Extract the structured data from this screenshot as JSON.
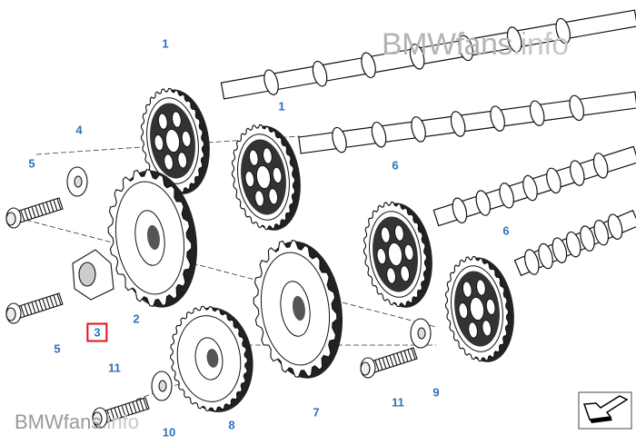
{
  "watermark_top": {
    "brand": "BMWfans",
    "suffix": ".info"
  },
  "watermark_bottom": {
    "brand": "BMWfans",
    "suffix": ".info"
  },
  "callouts": [
    {
      "id": "callout-1a",
      "text": "1"
    },
    {
      "id": "callout-1b",
      "text": "1"
    },
    {
      "id": "callout-4",
      "text": "4"
    },
    {
      "id": "callout-5a",
      "text": "5"
    },
    {
      "id": "callout-6a",
      "text": "6"
    },
    {
      "id": "callout-6b",
      "text": "6"
    },
    {
      "id": "callout-2",
      "text": "2"
    },
    {
      "id": "callout-3",
      "text": "3",
      "selected": true
    },
    {
      "id": "callout-5b",
      "text": "5"
    },
    {
      "id": "callout-11a",
      "text": "11"
    },
    {
      "id": "callout-10",
      "text": "10"
    },
    {
      "id": "callout-8",
      "text": "8"
    },
    {
      "id": "callout-7",
      "text": "7"
    },
    {
      "id": "callout-11b",
      "text": "11"
    },
    {
      "id": "callout-9",
      "text": "9"
    }
  ],
  "colors": {
    "callout": "#2f6fbf",
    "highlight": "#e0101a"
  },
  "icons": {
    "corner": "arrow-navigation-icon"
  }
}
